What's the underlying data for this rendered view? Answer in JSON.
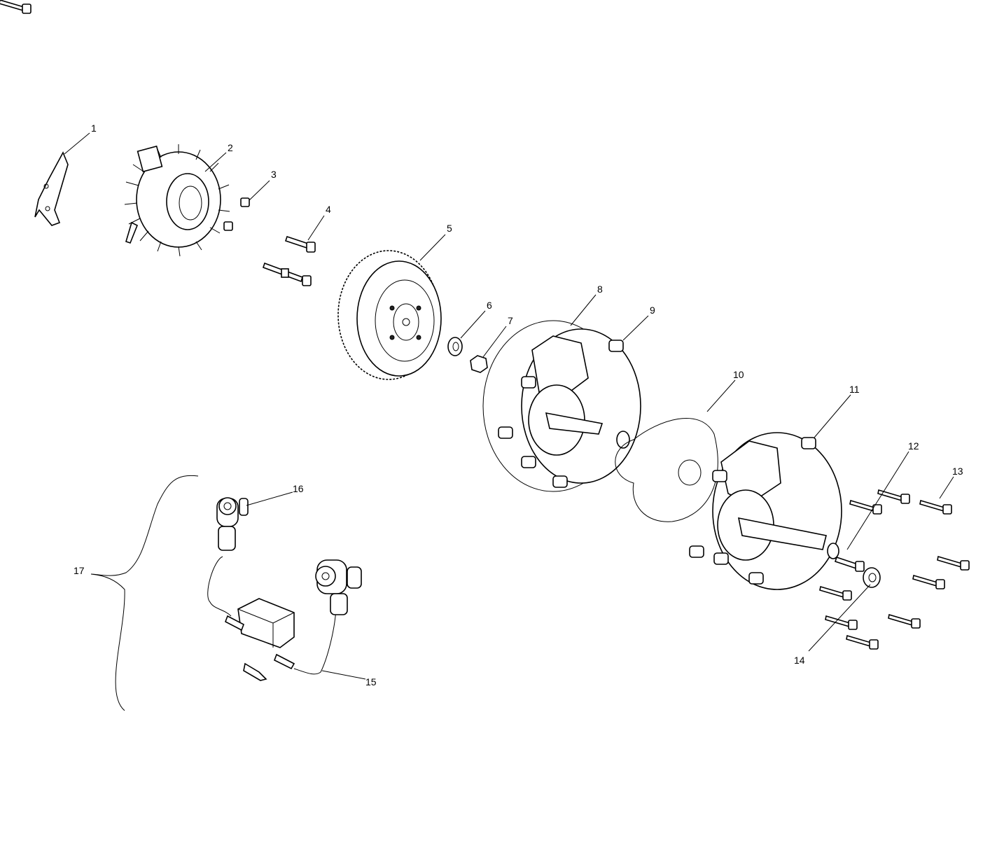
{
  "diagram": {
    "type": "exploded parts diagram",
    "callouts": [
      "1",
      "2",
      "3",
      "4",
      "5",
      "6",
      "7",
      "8",
      "9",
      "10",
      "11",
      "12",
      "13",
      "14",
      "15",
      "16",
      "17"
    ]
  }
}
